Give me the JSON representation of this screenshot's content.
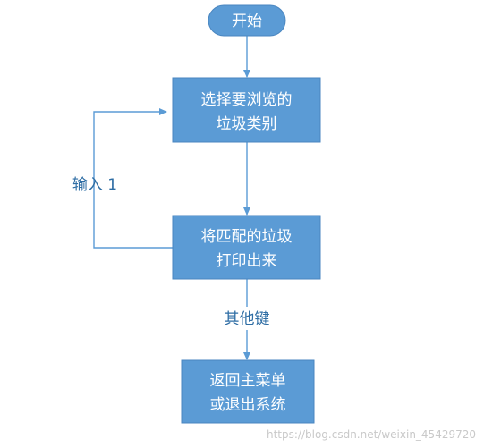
{
  "colors": {
    "node_fill": "#5b9bd5",
    "node_border": "#4a86c0",
    "edge": "#5b9bd5",
    "label": "#2e6da4"
  },
  "nodes": {
    "start": {
      "text": "开始"
    },
    "select": {
      "line1": "选择要浏览的",
      "line2": "垃圾类别"
    },
    "print": {
      "line1": "将匹配的垃圾",
      "line2": "打印出来"
    },
    "exit": {
      "line1": "返回主菜单",
      "line2": "或退出系统"
    }
  },
  "edges": {
    "loop_label": "输入 1",
    "other_label": "其他键"
  },
  "watermark": "https://blog.csdn.net/weixin_45429720"
}
